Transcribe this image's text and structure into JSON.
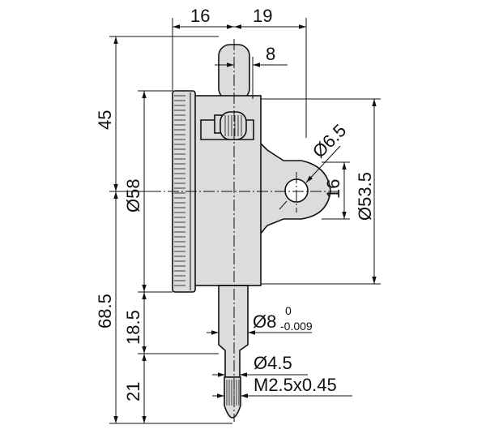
{
  "dimensions": {
    "top_left": "16",
    "top_right": "19",
    "stem_offset": "8",
    "total_height_upper": "45",
    "total_height_lower": "68.5",
    "body_diameter": "Ø58",
    "hole_diameter": "Ø6.5",
    "lug_height": "16",
    "back_diameter": "Ø53.5",
    "stem_length": "18.5",
    "stem_diameter": "Ø8",
    "stem_tol_upper": "0",
    "stem_tol_lower": "-0.009",
    "tip_diameter": "Ø4.5",
    "thread": "M2.5x0.45",
    "tip_length": "21"
  },
  "colors": {
    "body_fill": "#dcdcdc",
    "line": "#111111"
  }
}
